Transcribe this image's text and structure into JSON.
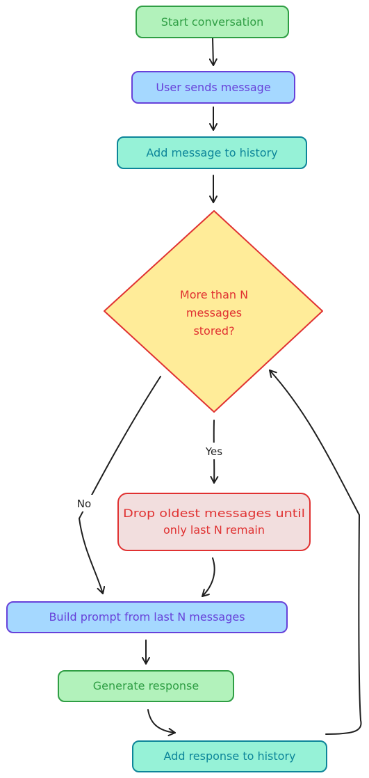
{
  "colors": {
    "terminal_fill": "#b2f2bb",
    "terminal_stroke": "#2f9e44",
    "terminal_text": "#2f9e44",
    "io_fill": "#a5d8ff",
    "io_stroke": "#6741d9",
    "io_text": "#6741d9",
    "store_fill": "#96f2d7",
    "store_stroke": "#0c8599",
    "store_text": "#0c8599",
    "decision_fill": "#ffec99",
    "decision_stroke": "#e03131",
    "decision_text": "#e03131",
    "drop_fill": "#f2dede",
    "drop_stroke": "#e03131",
    "drop_text": "#e03131",
    "edge": "#1e1e1e"
  },
  "nodes": {
    "start": {
      "label": "Start conversation"
    },
    "user_sends": {
      "label": "User sends message"
    },
    "add_message": {
      "label": "Add message to history"
    },
    "decision": {
      "line1": "More than N",
      "line2": "messages",
      "line3": "stored?"
    },
    "drop": {
      "line1": "Drop oldest messages until",
      "line2": "only last N remain"
    },
    "build_prompt": {
      "label": "Build prompt from last N messages"
    },
    "generate": {
      "label": "Generate response"
    },
    "add_response": {
      "label": "Add response to history"
    }
  },
  "edges": {
    "yes_label": "Yes",
    "no_label": "No"
  }
}
